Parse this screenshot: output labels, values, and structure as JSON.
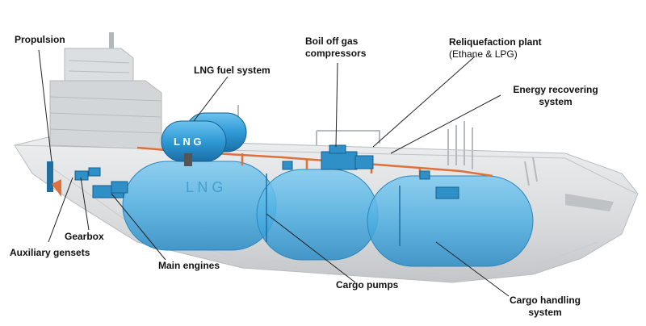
{
  "labels": {
    "propulsion": "Propulsion",
    "lng_fuel_system": "LNG fuel system",
    "boil_off_gas_line1": "Boil off gas",
    "boil_off_gas_line2": "compressors",
    "reliquefaction_line1": "Reliquefaction plant",
    "reliquefaction_line2": "(Ethane & LPG)",
    "energy_recovering_line1": "Energy recovering",
    "energy_recovering_line2": "system",
    "gearbox": "Gearbox",
    "auxiliary_gensets": "Auxiliary gensets",
    "main_engines": "Main engines",
    "cargo_pumps": "Cargo pumps",
    "cargo_handling_line1": "Cargo handling",
    "cargo_handling_line2": "system"
  },
  "tank_text": {
    "fuel_tank": "L N G",
    "cargo_tank": "L  N  G"
  },
  "colors": {
    "hull": "#dcdedf",
    "hull_shade": "#c4c7c9",
    "superstructure": "#cfd2d4",
    "tank_blue": "#3fa7dc",
    "tank_blue_dark": "#1f7fb8",
    "cargo_tank": "#5ab8e6",
    "piping": "#e0703a",
    "leader": "#222222"
  },
  "icons": [
    "ship-hull",
    "superstructure",
    "lng-fuel-tank",
    "cargo-tank",
    "propeller",
    "genset",
    "gearbox",
    "main-engine",
    "compressor",
    "pump"
  ]
}
